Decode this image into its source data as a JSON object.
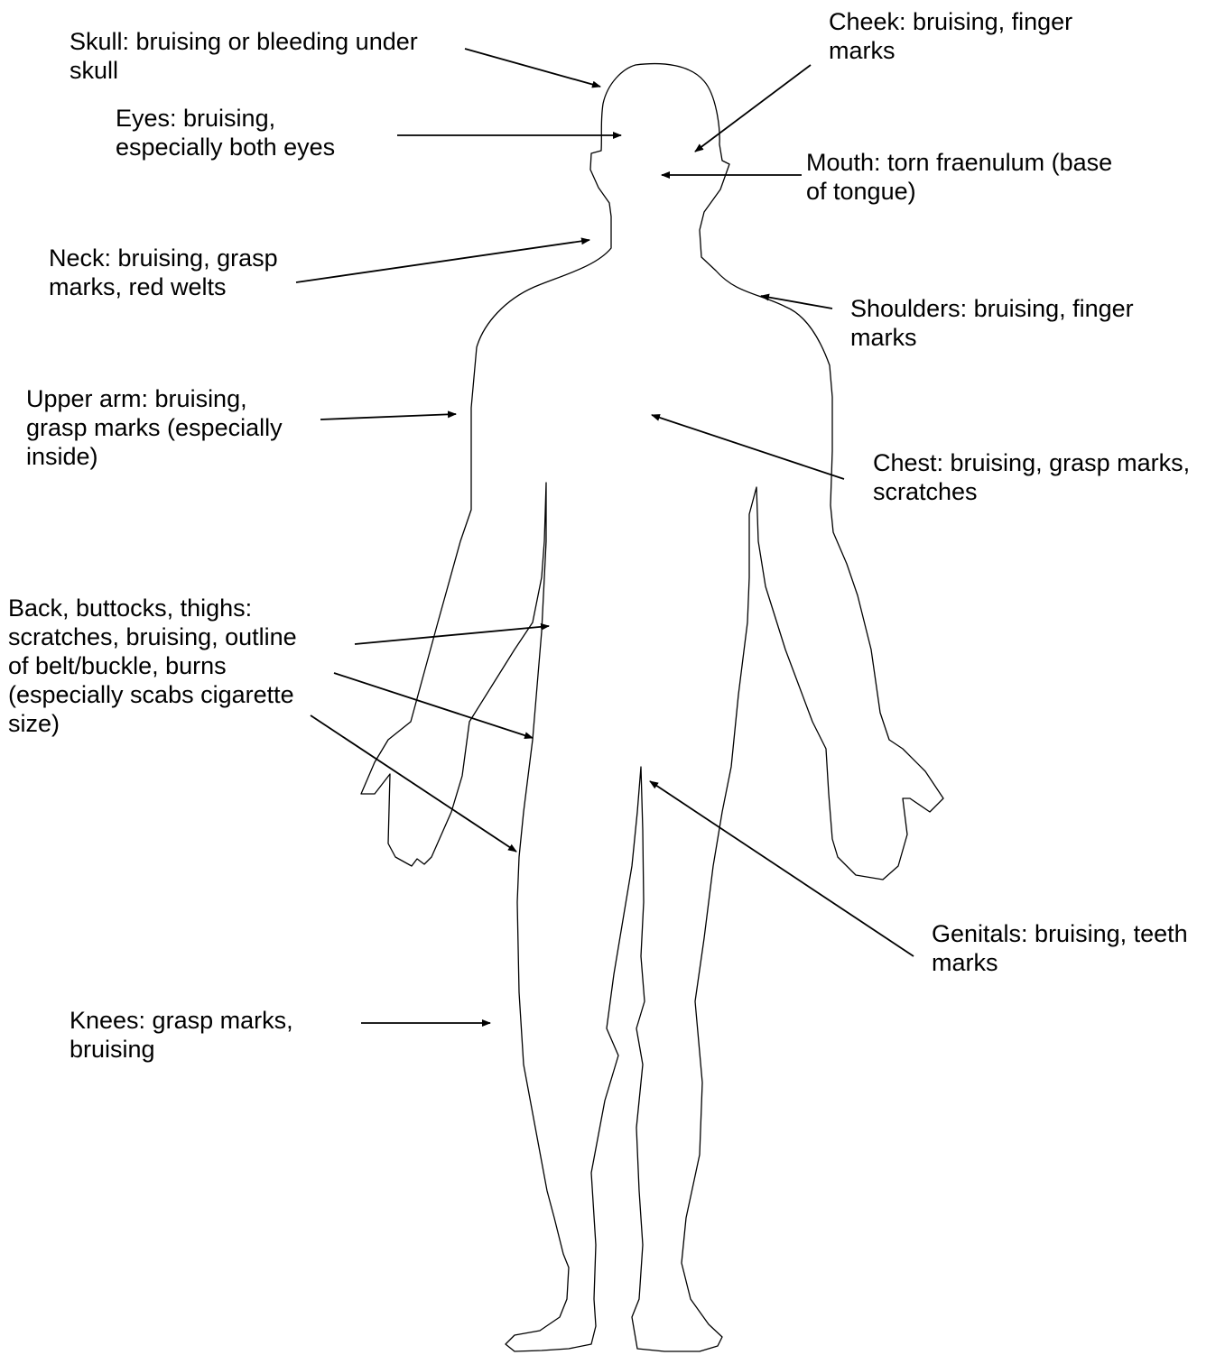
{
  "annotations": {
    "skull": {
      "lines": [
        "Skull: bruising or bleeding under",
        "skull"
      ]
    },
    "eyes": {
      "lines": [
        "Eyes: bruising,",
        "especially both eyes"
      ]
    },
    "neck": {
      "lines": [
        "Neck: bruising, grasp",
        "marks, red welts"
      ]
    },
    "upper_arm": {
      "lines": [
        "Upper arm: bruising,",
        "grasp marks (especially",
        "inside)"
      ]
    },
    "back": {
      "lines": [
        "Back, buttocks, thighs:",
        "scratches, bruising, outline",
        "of belt/buckle, burns",
        "(especially scabs cigarette",
        "size)"
      ]
    },
    "knees": {
      "lines": [
        "Knees: grasp marks,",
        "bruising"
      ]
    },
    "cheek": {
      "lines": [
        "Cheek: bruising, finger",
        "marks"
      ]
    },
    "mouth": {
      "lines": [
        "Mouth: torn fraenulum (base",
        "of tongue)"
      ]
    },
    "shoulders": {
      "lines": [
        "Shoulders: bruising, finger",
        "marks"
      ]
    },
    "chest": {
      "lines": [
        "Chest: bruising, grasp marks,",
        "scratches"
      ]
    },
    "genitals": {
      "lines": [
        "Genitals: bruising, teeth",
        "marks"
      ]
    }
  },
  "colors": {
    "outline": "#000000",
    "text": "#000000",
    "background": "#ffffff"
  }
}
